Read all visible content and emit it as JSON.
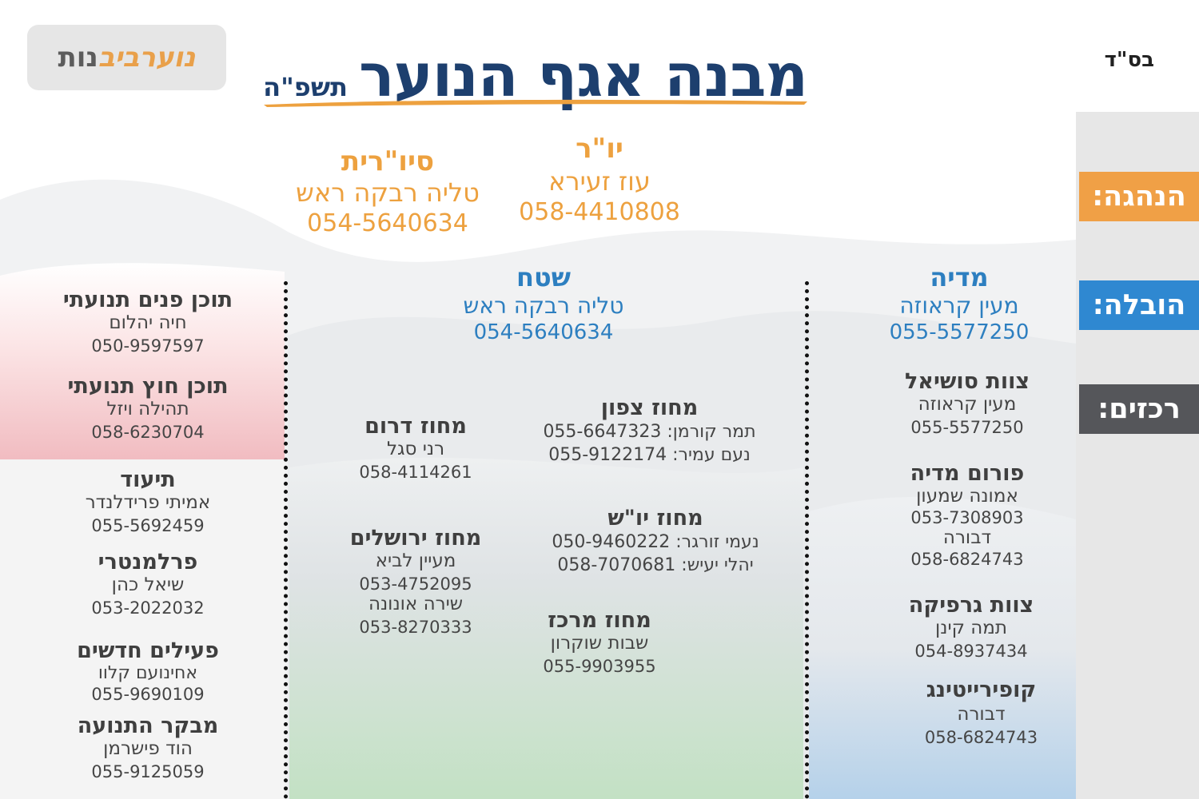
{
  "header": {
    "logo_part1": "נוער",
    "logo_part2": "ביב",
    "logo_part3": "נות",
    "title": "מבנה אגף הנוער",
    "year": "תשפ\"ה",
    "bsd": "בס\"ד"
  },
  "tabs": {
    "leadership": "הנהגה:",
    "hub": "הובלה:",
    "centers": "רכזים:"
  },
  "leadership": {
    "chair": {
      "title": "יו\"ר",
      "name": "עוז זעירא",
      "phone": "058-4410808"
    },
    "vice": {
      "title": "סיו\"רית",
      "name": "טליה רבקה ראש",
      "phone": "054-5640634"
    }
  },
  "hub": {
    "media": {
      "title": "מדיה",
      "name": "מעין קראוזה",
      "phone": "055-5577250"
    },
    "field": {
      "title": "שטח",
      "name": "טליה רבקה ראש",
      "phone": "054-5640634"
    }
  },
  "media_teams": [
    {
      "title": "צוות סושיאל",
      "lines": [
        "מעין קראוזה",
        "055-5577250"
      ]
    },
    {
      "title": "פורום מדיה",
      "lines": [
        "אמונה שמעון",
        "053-7308903",
        "דבורה",
        "058-6824743"
      ]
    },
    {
      "title": "צוות גרפיקה",
      "lines": [
        "תמה קינן",
        "054-8937434"
      ]
    },
    {
      "title": "קופירייטינג",
      "lines": [
        "דבורה",
        "058-6824743"
      ]
    }
  ],
  "districts": {
    "north": {
      "title": "מחוז צפון",
      "lines": [
        "תמר קורמן: 055-6647323",
        "נעם עמיר: 055-9122174"
      ]
    },
    "south": {
      "title": "מחוז דרום",
      "lines": [
        "רני סגל",
        "058-4114261"
      ]
    },
    "yesha": {
      "title": "מחוז יו\"ש",
      "lines": [
        "נעמי זורגר: 050-9460222",
        "יהלי יעיש: 058-7070681"
      ]
    },
    "jerusalem": {
      "title": "מחוז ירושלים",
      "lines": [
        "מעיין לביא",
        "053-4752095",
        "שירה אונונה",
        "053-8270333"
      ]
    },
    "center": {
      "title": "מחוז מרכז",
      "lines": [
        "שבות שוקרון",
        "055-9903955"
      ]
    }
  },
  "content": [
    {
      "title": "תוכן פנים תנועתי",
      "lines": [
        "חיה יהלום",
        "050-9597597"
      ]
    },
    {
      "title": "תוכן חוץ תנועתי",
      "lines": [
        "תהילה ויזל",
        "058-6230704"
      ]
    },
    {
      "title": "תיעוד",
      "lines": [
        "אמיתי פרידלנדר",
        "055-5692459"
      ]
    },
    {
      "title": "פרלמנטרי",
      "lines": [
        "שיאל כהן",
        "053-2022032"
      ]
    },
    {
      "title": "פעילים חדשים",
      "lines": [
        "אחינועם קלוו",
        "055-9690109"
      ]
    },
    {
      "title": "מבקר התנועה",
      "lines": [
        "הוד פישרמן",
        "055-9125059"
      ]
    }
  ],
  "colors": {
    "navy": "#1d3f6e",
    "orange": "#eda13f",
    "blue": "#2d7fc0",
    "grey_tab": "#55565a",
    "pink": "#f2c2c6",
    "green": "#c8e2c8",
    "light_blue": "#b7d3ea"
  }
}
